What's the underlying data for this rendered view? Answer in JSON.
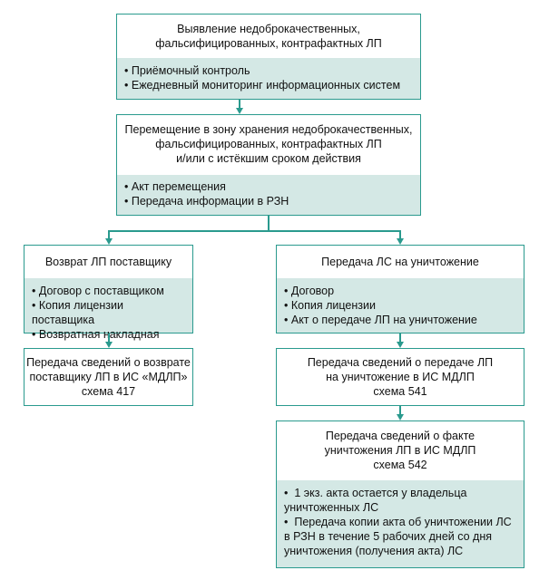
{
  "boxes": {
    "detect": {
      "title_lines": [
        "Выявление недоброкачественных,",
        "фальсифицированных, контрафактных ЛП"
      ],
      "items": [
        "Приёмочный контроль",
        "Ежедневный мониторинг информационных систем"
      ]
    },
    "move": {
      "title_lines": [
        "Перемещение в зону хранения недоброкачественных,",
        "фальсифицированных, контрафактных ЛП",
        "и/или с истёкшим сроком действия"
      ],
      "items": [
        "Акт перемещения",
        "Передача информации в РЗН"
      ]
    },
    "return": {
      "title_lines": [
        "Возврат ЛП поставщику"
      ],
      "items": [
        "Договор с поставщиком",
        "Копия лицензии поставщика",
        "Возвратная накладная"
      ]
    },
    "destroy": {
      "title_lines": [
        "Передача ЛС на уничтожение"
      ],
      "items": [
        "Договор",
        "Копия лицензии",
        "Акт о передаче ЛП на уничтожение"
      ]
    },
    "return_report": {
      "title_lines": [
        "Передача сведений о возврате",
        "поставщику ЛП в ИС «МДЛП»",
        "схема 417"
      ]
    },
    "destroy_report": {
      "title_lines": [
        "Передача сведений о передаче ЛП",
        "на уничтожение в ИС МДЛП",
        "схема 541"
      ]
    },
    "fact_report": {
      "title_lines": [
        "Передача сведений о факте",
        "уничтожения ЛП в ИС МДЛП",
        "схема 542"
      ],
      "items": [
        [
          "1 экз. акта остается у владельца",
          "уничтоженных ЛС"
        ],
        [
          "Передача копии акта об уничтожении ЛС",
          "в РЗН в течение 5 рабочих дней со дня",
          "уничтожения (получения акта) ЛС"
        ]
      ]
    }
  },
  "colors": {
    "border": "#2a9a8e",
    "list_bg": "#d4e8e5"
  }
}
